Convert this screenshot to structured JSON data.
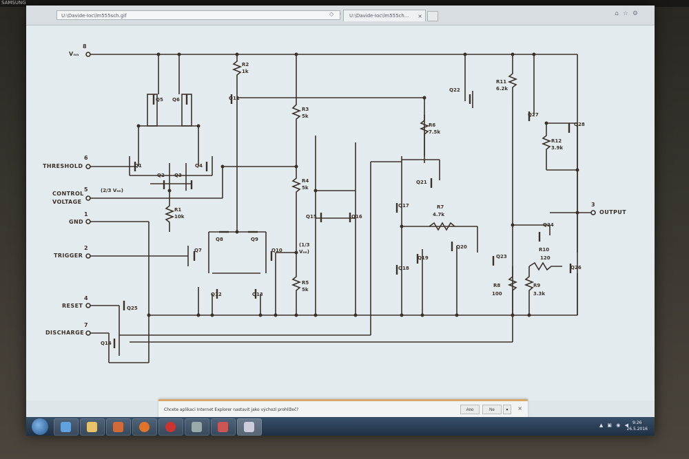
{
  "browser": {
    "address": "U:\\Davide-Ioc\\lm555sch.gif",
    "tab_title": "U:\\Davide-Ioc\\lm555ch...",
    "address_icons": "◇ · × ← C"
  },
  "corner_label": "SAMSUNG",
  "schematic": {
    "pin_labels": {
      "vcc_num": "8",
      "vcc": "Vₙₙ",
      "thr_num": "6",
      "thr": "THRESHOLD",
      "cv_num": "5",
      "cv1": "CONTROL",
      "cv2": "VOLTAGE",
      "cv_val": "(2/3 Vₙₙ)",
      "gnd_num": "1",
      "gnd": "GND",
      "trg_num": "2",
      "trg": "TRIGGER",
      "rst_num": "4",
      "rst": "RESET",
      "dis_num": "7",
      "dis": "DISCHARGE",
      "out_num": "3",
      "out": "OUTPUT"
    },
    "components": {
      "q1": "Q1",
      "q2": "Q2",
      "q3": "Q3",
      "q4": "Q4",
      "q5": "Q5",
      "q6": "Q6",
      "q7": "Q7",
      "q8": "Q8",
      "q9": "Q9",
      "q10": "Q10",
      "q11": "Q11",
      "q12": "Q12",
      "q13": "Q13",
      "q14": "Q14",
      "q15": "Q15",
      "q16": "Q16",
      "q17": "Q17",
      "q18": "Q18",
      "q19": "Q19",
      "q20": "Q20",
      "q21": "Q21",
      "q22": "Q22",
      "q23": "Q23",
      "q24": "Q24",
      "q25": "Q25",
      "q26": "Q26",
      "q27": "Q27",
      "q28": "Q28",
      "r1": "R1",
      "r1v": "10k",
      "r2": "R2",
      "r2v": "1k",
      "r3": "R3",
      "r3v": "5k",
      "r4": "R4",
      "r4v": "5k",
      "r5": "R5",
      "r5v": "5k",
      "r6": "R6",
      "r6v": "7.5k",
      "r7": "R7",
      "r7v": "4.7k",
      "r8": "R8",
      "r8v": "100",
      "r9": "R9",
      "r9v": "3.3k",
      "r10": "R10",
      "r10v": "120",
      "r11": "R11",
      "r11v": "6.2k",
      "r12": "R12",
      "r12v": "3.9k",
      "third_vcc": "(1/3",
      "third_vcc2": "Vₙₙ)"
    }
  },
  "notification": {
    "text": "Chcete aplikaci Internet Explorer nastavit jako výchozí prohlížeč?",
    "yes": "Ano",
    "no": "Ne",
    "more": "▾",
    "close": "×"
  },
  "taskbar": {
    "tray": "▲ ▣ ◉ ◀",
    "time": "9:26",
    "date": "26.5.2016"
  },
  "colors": {
    "ink": "#3b3028",
    "paper": "#e4ebee",
    "notify_accent": "#d7a86b"
  }
}
